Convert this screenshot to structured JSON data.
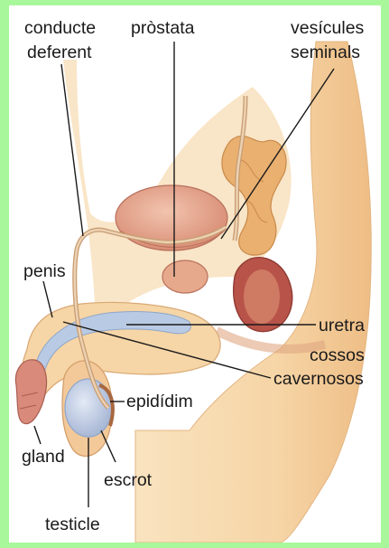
{
  "labels": {
    "conducte_deferent_1": "conducte",
    "conducte_deferent_2": "deferent",
    "prostata": "pròstata",
    "vesicules_1": "vesícules",
    "vesicules_2": "seminals",
    "penis": "penis",
    "uretra": "uretra",
    "cossos_1": "cossos",
    "cossos_2": "cavernosos",
    "epididim": "epidídim",
    "gland": "gland",
    "escrot": "escrot",
    "testicle": "testicle"
  },
  "colors": {
    "border": "#a8f79a",
    "skin": "#f6d5a6",
    "skin_shade": "#e9b47c",
    "bladder": "#e7a98c",
    "bladder_dark": "#c97a66",
    "urethra": "#b9cbe4",
    "glans": "#d98a7a",
    "testis": "#c9d5ea",
    "duct": "#d6b08a",
    "rectum": "#d9886e"
  }
}
